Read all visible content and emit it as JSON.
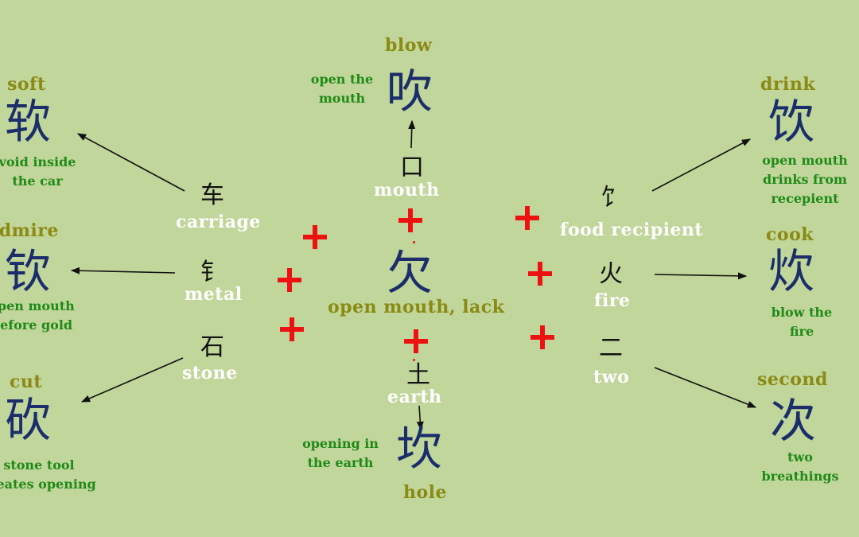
{
  "colors": {
    "background": "#c1d69a",
    "meaning": "#8a8a14",
    "explanation": "#1f8a18",
    "hanzi": "#1b2e6b",
    "component_char": "#111111",
    "component_label": "#ffffff",
    "plus": "#ee1111",
    "arrow": "#111111"
  },
  "center": {
    "char": "欠",
    "label": "open mouth, lack"
  },
  "components": [
    {
      "id": "mouth",
      "char": "口",
      "label": "mouth"
    },
    {
      "id": "carriage",
      "char": "车",
      "label": "carriage"
    },
    {
      "id": "metal",
      "char": "钅",
      "label": "metal"
    },
    {
      "id": "stone",
      "char": "石",
      "label": "stone"
    },
    {
      "id": "earth",
      "char": "土",
      "label": "earth"
    },
    {
      "id": "food",
      "char": "饣",
      "label": "food recipient"
    },
    {
      "id": "fire",
      "char": "火",
      "label": "fire"
    },
    {
      "id": "two",
      "char": "二",
      "label": "two"
    }
  ],
  "results": [
    {
      "id": "blow",
      "meaning": "blow",
      "char": "吹",
      "explanation": [
        "open the",
        "mouth"
      ]
    },
    {
      "id": "soft",
      "meaning": "soft",
      "char": "软",
      "explanation": [
        "void inside",
        "the car"
      ]
    },
    {
      "id": "admire",
      "meaning": "admire",
      "char": "钦",
      "explanation": [
        "open mouth",
        "before gold"
      ]
    },
    {
      "id": "cut",
      "meaning": "cut",
      "char": "砍",
      "explanation": [
        "stone tool",
        "creates opening"
      ]
    },
    {
      "id": "hole",
      "meaning": "hole",
      "char": "坎",
      "explanation": [
        "opening in",
        "the earth"
      ]
    },
    {
      "id": "drink",
      "meaning": "drink",
      "char": "饮",
      "explanation": [
        "open mouth",
        "drinks from",
        "recepient"
      ]
    },
    {
      "id": "cook",
      "meaning": "cook",
      "char": "炊",
      "explanation": [
        "blow the",
        "fire"
      ]
    },
    {
      "id": "second",
      "meaning": "second",
      "char": "次",
      "explanation": [
        "two",
        "breathings"
      ]
    }
  ]
}
